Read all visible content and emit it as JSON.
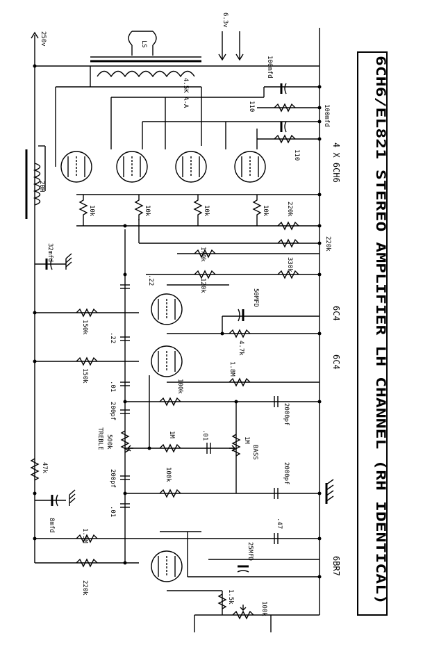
{
  "title": "6CH6/EL821 STEREO AMPLIFIER LH CHANNEL (RH IDENTICAL)",
  "supplies": {
    "b_plus": "250v",
    "heater": "6.3v"
  },
  "speaker": {
    "ls": "LS",
    "ohms": "4.5K A-A"
  },
  "tube_labels": {
    "output": "4 X 6CH6",
    "driver1": "6C4",
    "driver2": "6C4",
    "input": "6BR7"
  },
  "components": {
    "c100a": "100mfd",
    "r110a": "110",
    "c100b": "100mfd",
    "r110b": "110",
    "r10k1": "10k",
    "r10k2": "10k",
    "r10k3": "10k",
    "r10k4": "10k",
    "r220k1": "220k",
    "r220k2": "220k",
    "r170k": "170k",
    "r120k": "120k",
    "r330k": "330k",
    "c22a": ".22",
    "c22b": ".22",
    "c50": "50MFD",
    "r47k_cath": "4.7k",
    "r150k1": "150k",
    "r150k2": "150k",
    "r1_8m": "1.8M",
    "r100k1": "100k",
    "c01a": ".01",
    "c2000a": "2000pf",
    "c200a": "200pf",
    "treble_pot": "500k",
    "treble": "TREBLE",
    "r1m": "1M",
    "c01b": ".01",
    "bass_pot": "1M",
    "bass": "BASS",
    "c200b": "200pf",
    "r100k2": "100k",
    "c2000b": "2000pf",
    "c01c": ".01",
    "c32": "32mfd",
    "choke": "20H",
    "r47k": "47k",
    "c8": "8mfd",
    "r1_5m": "1.5M",
    "c47": ".47",
    "r220k_in": "220k",
    "c25": "25MFD",
    "r1_5k": "1.5k",
    "r100k_in": "100k"
  }
}
